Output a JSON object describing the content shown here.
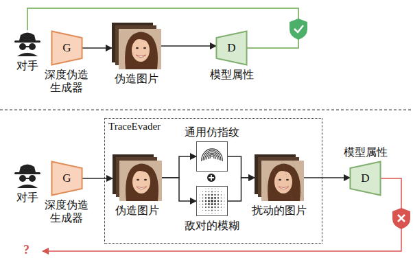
{
  "diagram": {
    "nodes": [
      {
        "text": [
          "对手"
        ]
      },
      {
        "text": [
          "G",
          "深度伪造 生成器"
        ]
      },
      {
        "text": [
          "伪造图片"
        ]
      },
      {
        "text": [
          "D",
          "模型属性"
        ]
      },
      {
        "text": [
          "对手"
        ]
      },
      {
        "text": [
          "G",
          "深度伪造 生成器"
        ]
      },
      {
        "text": [
          "TraceEvader"
        ]
      },
      {
        "text": [
          "伪造图片"
        ],
        "in": 6
      },
      {
        "text": [
          "通用仿指纹"
        ],
        "in": 6
      },
      {
        "text": [
          "敌对的模糊"
        ],
        "in": 6
      },
      {
        "text": [
          "扰动的图片"
        ],
        "in": 6
      },
      {
        "text": [
          "模型属性",
          "D"
        ]
      }
    ],
    "edges": [
      {
        "from": 1,
        "to": 2,
        "arrow": "to"
      },
      {
        "from": 2,
        "to": 3,
        "arrow": "to"
      },
      {
        "from": 3,
        "to": 0,
        "arrow": "none"
      },
      {
        "from": 5,
        "to": 7,
        "arrow": "to"
      },
      {
        "from": 7,
        "to": 8,
        "arrow": "to"
      },
      {
        "from": 7,
        "to": 9,
        "arrow": "to"
      },
      {
        "from": 8,
        "to": 10,
        "arrow": "to"
      },
      {
        "from": 9,
        "to": 10,
        "arrow": "to"
      },
      {
        "from": 10,
        "to": 11,
        "arrow": "to"
      }
    ],
    "labels": [
      "?"
    ]
  }
}
